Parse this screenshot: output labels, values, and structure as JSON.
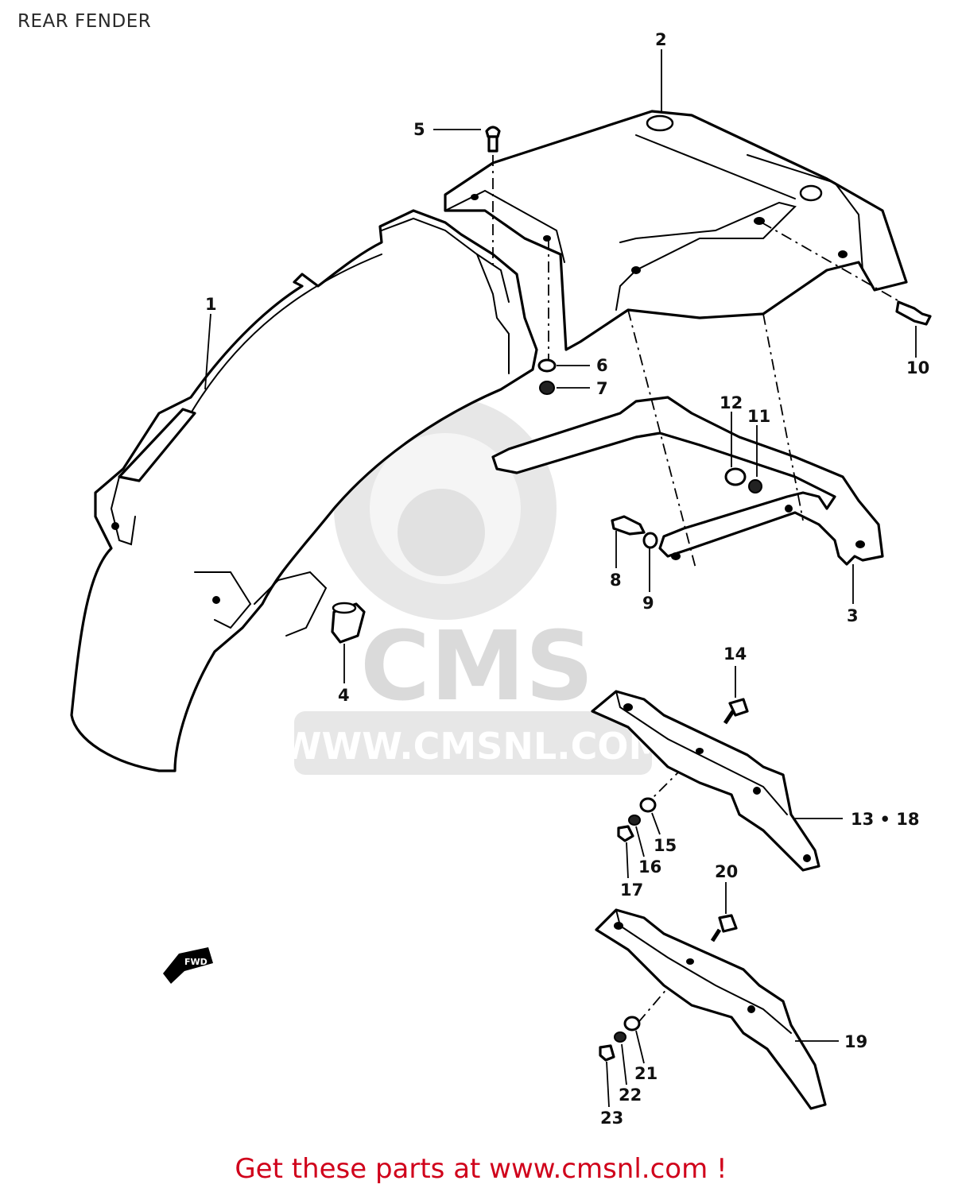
{
  "title": "REAR FENDER",
  "watermark": {
    "logo_text": "CMS",
    "url": "WWW.CMSNL.COM"
  },
  "footer": "Get these parts at www.cmsnl.com !",
  "colors": {
    "footer_text": "#d0021b",
    "line": "#000000",
    "watermark": "#c9c9c9"
  },
  "part_labels": {
    "p1": "1",
    "p2": "2",
    "p3": "3",
    "p4": "4",
    "p5": "5",
    "p6": "6",
    "p7": "7",
    "p8": "8",
    "p9": "9",
    "p10": "10",
    "p11": "11",
    "p12": "12",
    "p13_18": "13 • 18",
    "p14": "14",
    "p15": "15",
    "p16": "16",
    "p17": "17",
    "p19": "19",
    "p20": "20",
    "p21": "21",
    "p22": "22",
    "p23": "23"
  },
  "fwd_arrow_text": "FWD"
}
